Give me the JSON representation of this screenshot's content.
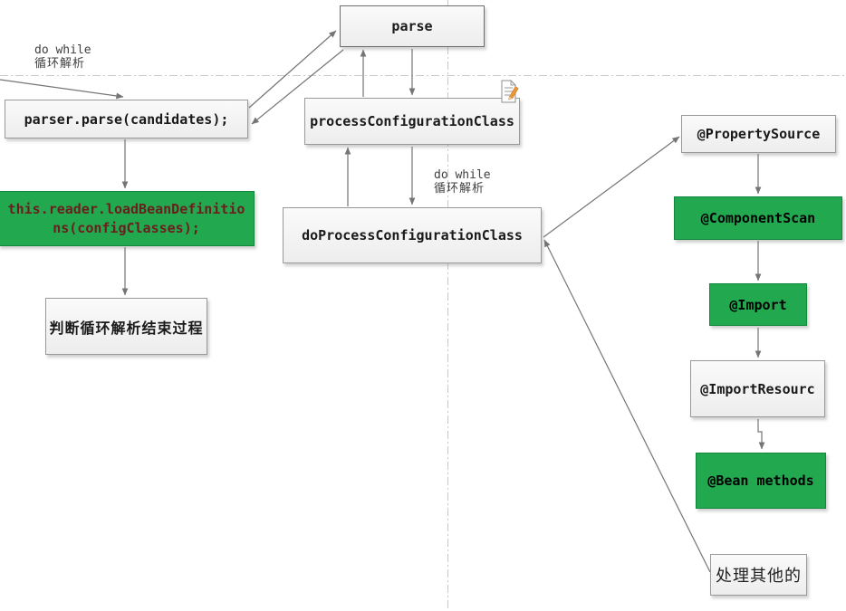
{
  "colors": {
    "green_fill": "#22a94f",
    "green_border": "#11873c",
    "box_fill": "#f4f4f4",
    "box_border": "#999999",
    "connector_gray": "#757575",
    "guide_gray": "#c9c9c9",
    "code_text": "#1a1a1a",
    "green_box_code_text": "#6b1e1e"
  },
  "nodes": {
    "parse": {
      "label": "parse"
    },
    "process_configuration_class": {
      "label": "processConfigurationClass"
    },
    "do_process_configuration_class": {
      "label": "doProcessConfigurationClass"
    },
    "parser_parse": {
      "label": "parser.parse(candidates);"
    },
    "load_bean_definitions": {
      "label": "this.reader.loadBeanDefinitions(configClasses);"
    },
    "judge_loop_end": {
      "label": "判断循环解析结束过程"
    },
    "property_source": {
      "label": "@PropertySource"
    },
    "component_scan": {
      "label": "@ComponentScan"
    },
    "import": {
      "label": "@Import"
    },
    "import_resource": {
      "label": "@ImportResourc"
    },
    "bean_methods": {
      "label": "@Bean methods"
    },
    "handle_others": {
      "label": "处理其他的"
    }
  },
  "annotations": {
    "do_while_top": {
      "line1": "do while",
      "line2": "循环解析"
    },
    "do_while_middle": {
      "line1": "do while",
      "line2": "循环解析"
    }
  },
  "icons": {
    "note": "document-edit-icon"
  }
}
